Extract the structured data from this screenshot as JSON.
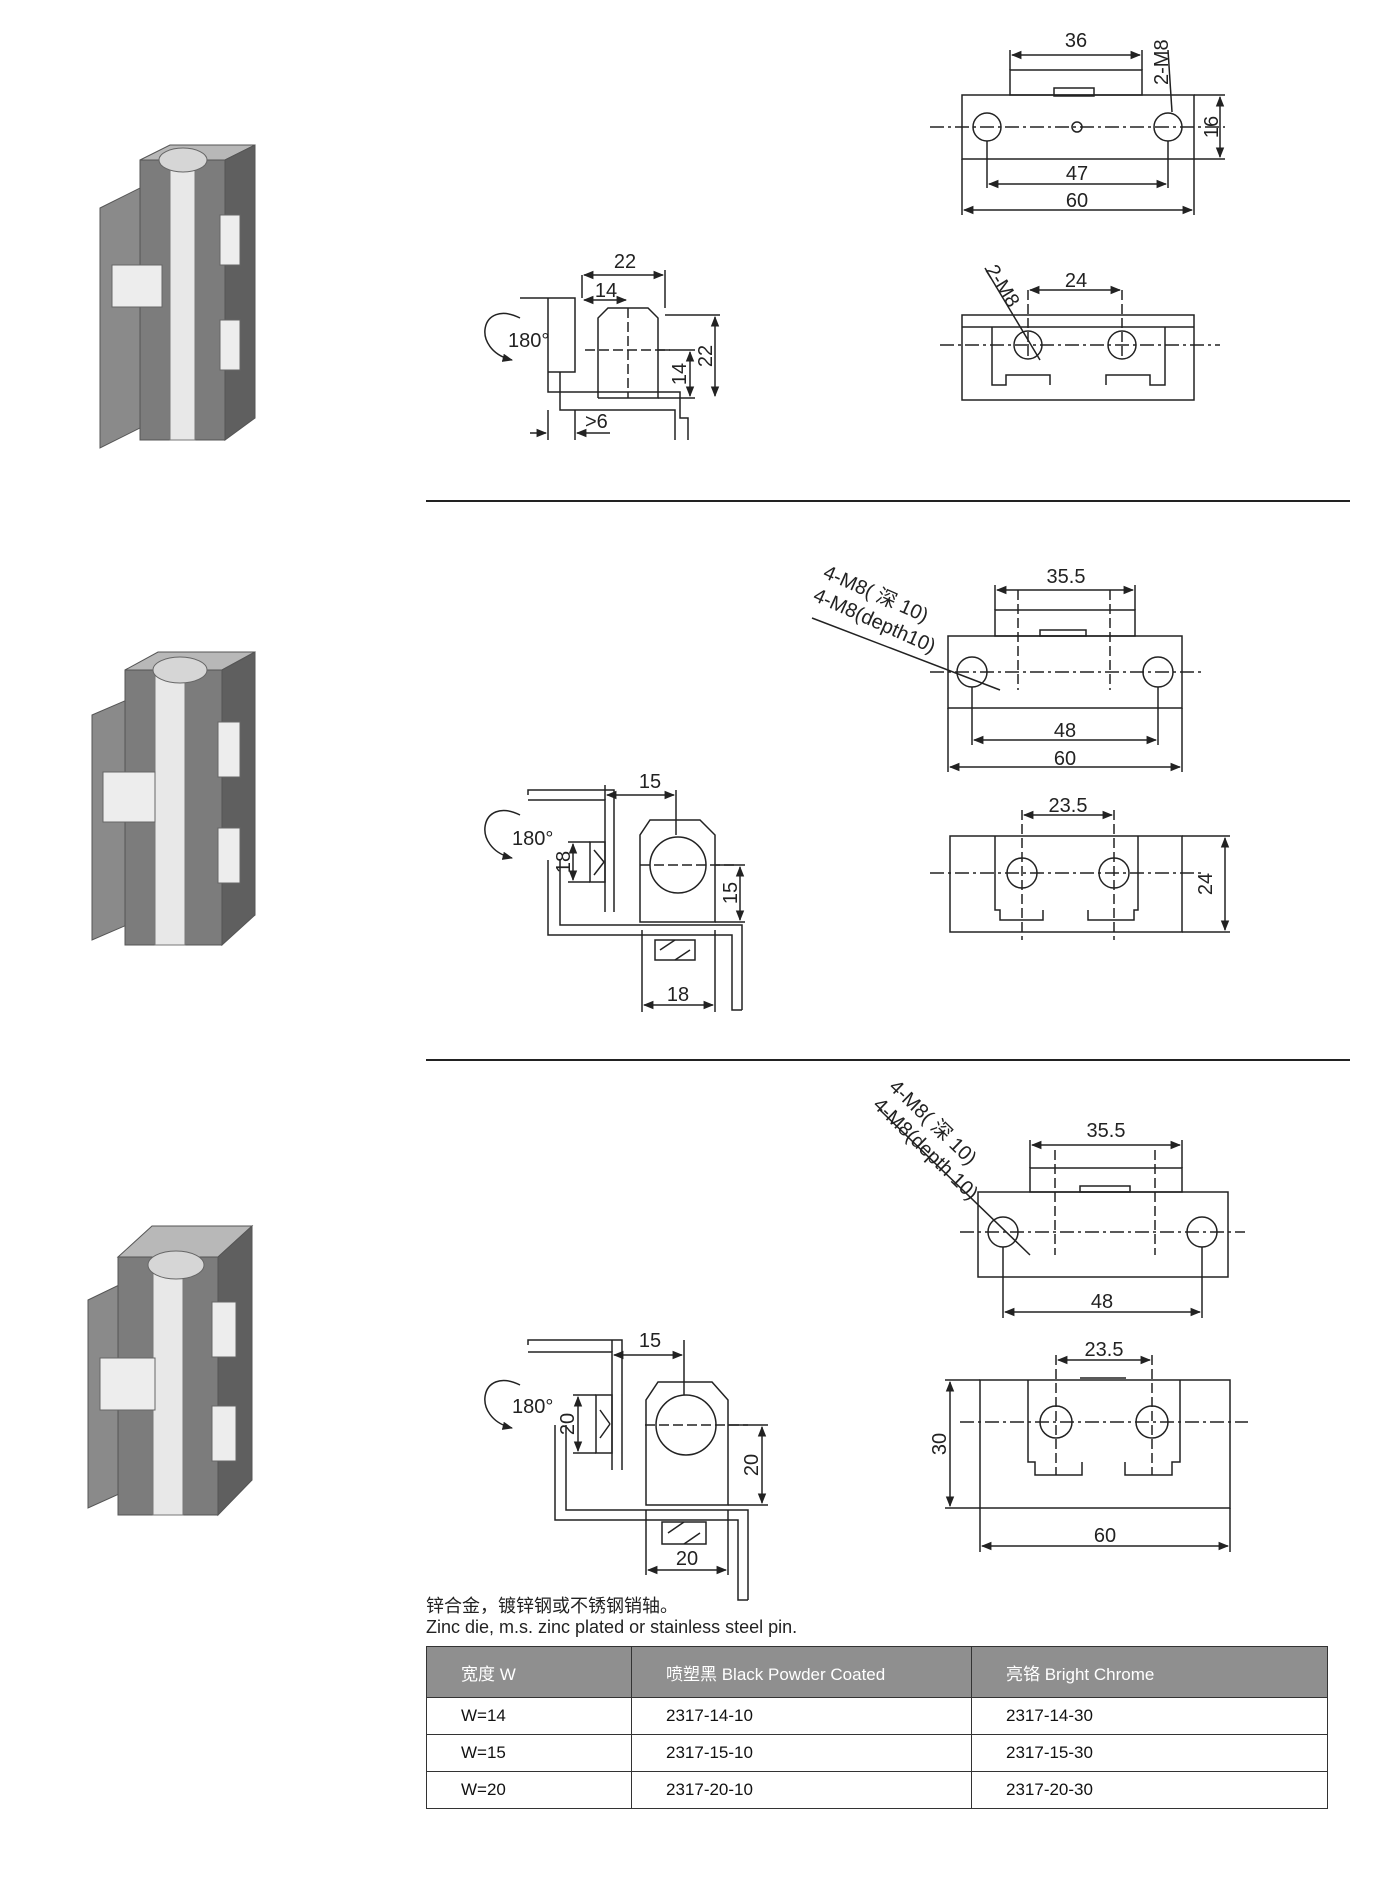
{
  "sections": [
    {
      "dims": {
        "top_width": "36",
        "top_holes": "2-M8",
        "top_height": "16",
        "top_pitch": "47",
        "top_overall": "60",
        "side_22w": "22",
        "side_14w": "14",
        "side_14h": "14",
        "side_22h": "22",
        "side_gap": ">6",
        "rotation": "180°",
        "front_holes": "2-M8",
        "front_pitch": "24"
      }
    },
    {
      "dims": {
        "holes_cn": "4-M8( 深 10)",
        "holes_en": "4-M8(depth10)",
        "top_width": "35.5",
        "top_pitch": "48",
        "top_overall": "60",
        "side_15w": "15",
        "side_18h": "18",
        "side_15h": "15",
        "side_18w": "18",
        "rotation": "180°",
        "front_pitch": "23.5",
        "front_height": "24"
      }
    },
    {
      "dims": {
        "holes_cn": "4-M8( 深 10)",
        "holes_en": "4-M8(depth 10)",
        "top_width": "35.5",
        "top_pitch": "48",
        "side_15w": "15",
        "side_20h_left": "20",
        "side_20h_right": "20",
        "side_20w": "20",
        "rotation": "180°",
        "front_pitch": "23.5",
        "front_height": "30",
        "front_width": "60"
      }
    }
  ],
  "note": {
    "line_cn": "锌合金，镀锌钢或不锈钢销轴。",
    "line_en": "Zinc die, m.s. zinc plated or stainless steel pin."
  },
  "table": {
    "headers": [
      "宽度 W",
      "喷塑黑 Black Powder Coated",
      "亮铬 Bright Chrome"
    ],
    "rows": [
      [
        "W=14",
        "2317-14-10",
        "2317-14-30"
      ],
      [
        "W=15",
        "2317-15-10",
        "2317-15-30"
      ],
      [
        "W=20",
        "2317-20-10",
        "2317-20-30"
      ]
    ]
  }
}
